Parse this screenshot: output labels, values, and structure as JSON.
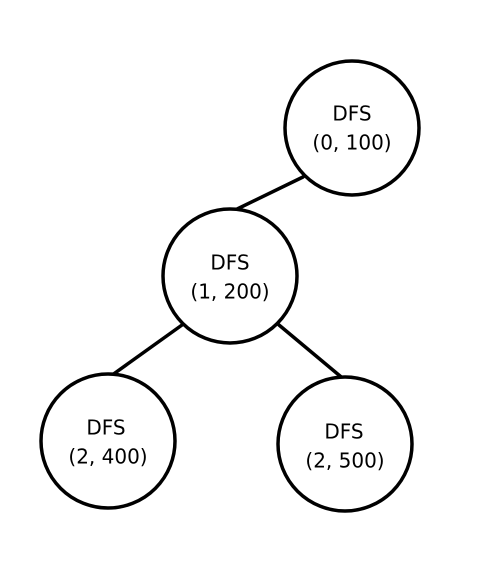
{
  "diagram": {
    "type": "tree",
    "nodes": [
      {
        "id": "n0",
        "label": "DFS",
        "args": "(0, 100)"
      },
      {
        "id": "n1",
        "label": "DFS",
        "args": "(1, 200)"
      },
      {
        "id": "n2",
        "label": "DFS",
        "args": "(2, 400)"
      },
      {
        "id": "n3",
        "label": "DFS",
        "args": "(2, 500)"
      }
    ],
    "edges": [
      {
        "from": "n0",
        "to": "n1"
      },
      {
        "from": "n1",
        "to": "n2"
      },
      {
        "from": "n1",
        "to": "n3"
      }
    ]
  }
}
